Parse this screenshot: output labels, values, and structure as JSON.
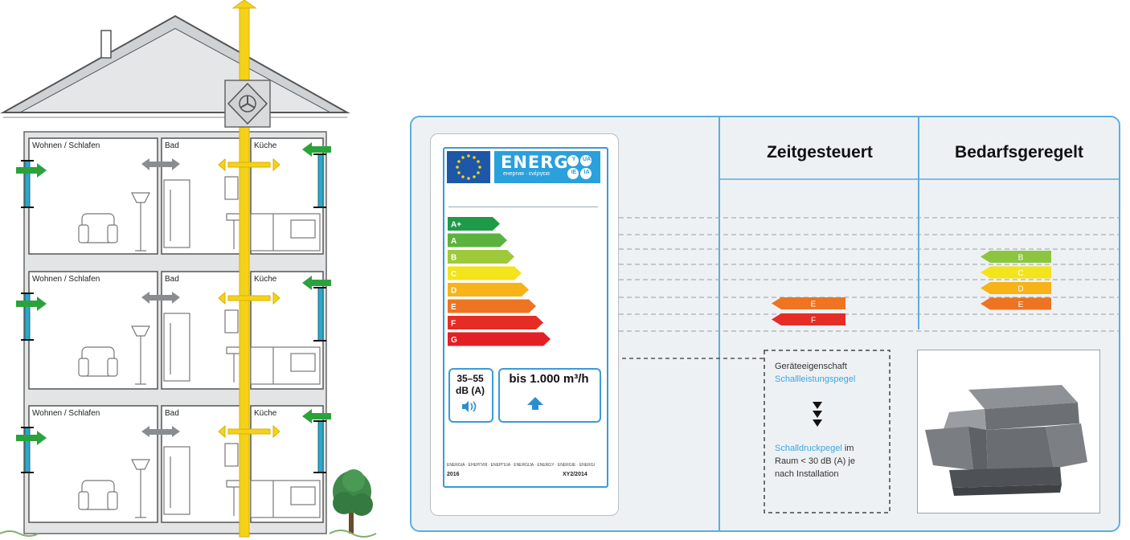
{
  "house": {
    "floors": [
      {
        "rooms": [
          "Wohnen / Schlafen",
          "Bad",
          "Küche"
        ]
      },
      {
        "rooms": [
          "Wohnen / Schlafen",
          "Bad",
          "Küche"
        ]
      },
      {
        "rooms": [
          "Wohnen / Schlafen",
          "Bad",
          "Küche"
        ]
      }
    ]
  },
  "energy_label": {
    "brand": "ENERG",
    "subline": "енергия · ενέργεια",
    "badges": [
      "Y",
      "UA",
      "IE",
      "IA"
    ],
    "classes": [
      {
        "label": "A+",
        "color": "#1f9a48"
      },
      {
        "label": "A",
        "color": "#5bb33d"
      },
      {
        "label": "B",
        "color": "#9dc93b"
      },
      {
        "label": "C",
        "color": "#f3e41b"
      },
      {
        "label": "D",
        "color": "#f7b318"
      },
      {
        "label": "E",
        "color": "#ee7422"
      },
      {
        "label": "F",
        "color": "#e52d26"
      },
      {
        "label": "G",
        "color": "#e31f26"
      }
    ],
    "noise_value": "35–55",
    "noise_unit": "dB (A)",
    "airflow": "bis 1.000 m³/h",
    "footer_langs": "ENERGIA · ЕНЕРГИЯ · ENEPΓEIA · ENERGIJA · ENERGY · ENERGIE · ENERGI",
    "footer_year": "2016",
    "footer_reg": "XY2/2014"
  },
  "columns": {
    "zeit_title": "Zeitgesteuert",
    "bedarf_title": "Bedarfsgeregelt",
    "zeit_classes": [
      {
        "label": "E",
        "color": "#ee7422"
      },
      {
        "label": "F",
        "color": "#e52d26"
      }
    ],
    "bedarf_classes": [
      {
        "label": "B",
        "color": "#8cc63f"
      },
      {
        "label": "C",
        "color": "#f3e41b"
      },
      {
        "label": "D",
        "color": "#f7b318"
      },
      {
        "label": "E",
        "color": "#ee7422"
      }
    ]
  },
  "note": {
    "line1": "Geräteeigenschaft",
    "line2": "Schallleistungspegel",
    "line3": "Schalldruckpegel",
    "line3b": " im",
    "line4": "Raum < 30 dB (A) je",
    "line5": "nach Installation"
  },
  "colors": {
    "supply": "#2aa33a",
    "exhaust_duct": "#f5d21a",
    "riser": "#2ea7c8",
    "panel_border": "#5aaee0"
  }
}
